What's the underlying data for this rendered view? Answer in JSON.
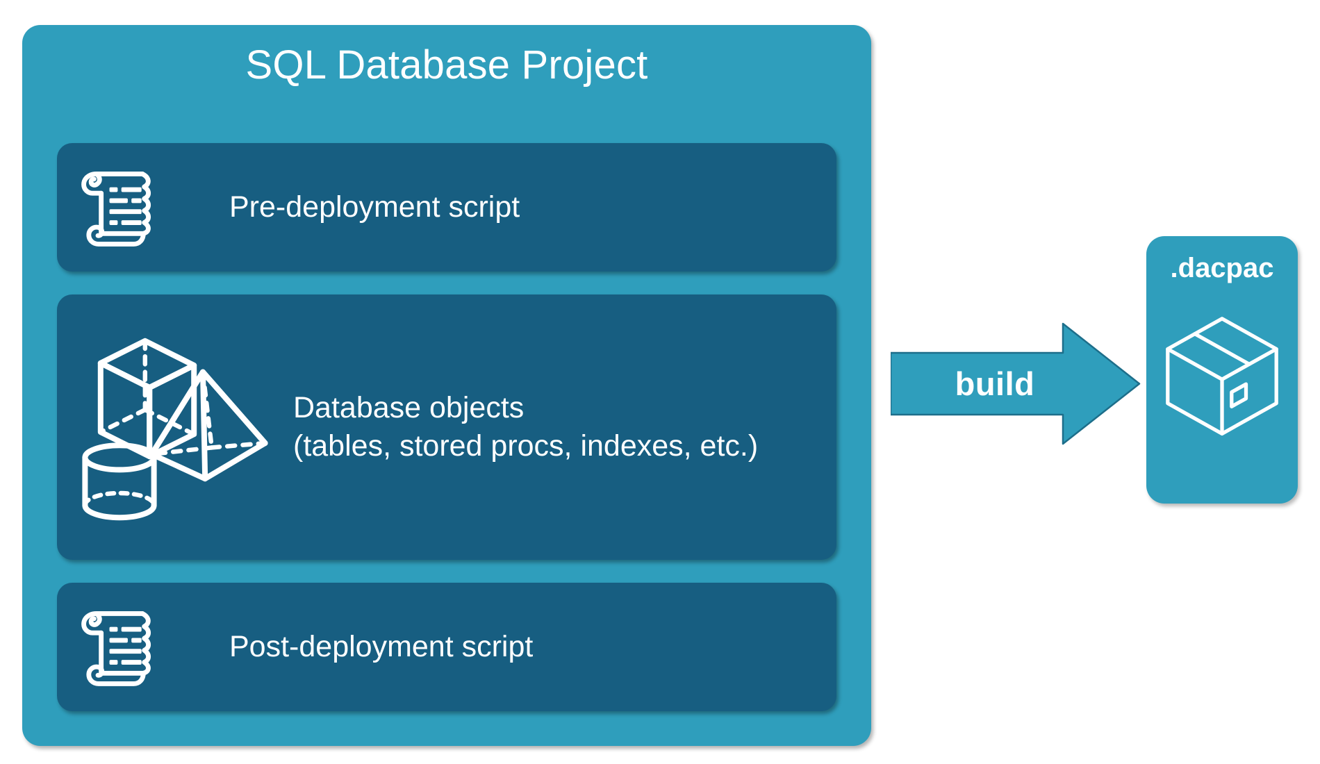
{
  "diagram": {
    "title": "SQL Database Project",
    "background_color": "#FFFFFF",
    "accent_color": "#2F9EBC",
    "panel_color": "#175E81",
    "stroke_color": "#FFFFFF"
  },
  "project": {
    "title": "SQL Database Project",
    "rows": [
      {
        "id": "pre-deployment",
        "label": "Pre-deployment script",
        "icon": "scroll-icon"
      },
      {
        "id": "database-objects",
        "label_line1": "Database objects",
        "label_line2": "(tables, stored procs, indexes, etc.)",
        "icon": "shapes-icon"
      },
      {
        "id": "post-deployment",
        "label": "Post-deployment script",
        "icon": "scroll-icon"
      }
    ]
  },
  "flow": {
    "arrow_label": "build",
    "arrow_icon": "arrow-right-icon"
  },
  "output": {
    "title": ".dacpac",
    "icon": "package-box-icon"
  }
}
